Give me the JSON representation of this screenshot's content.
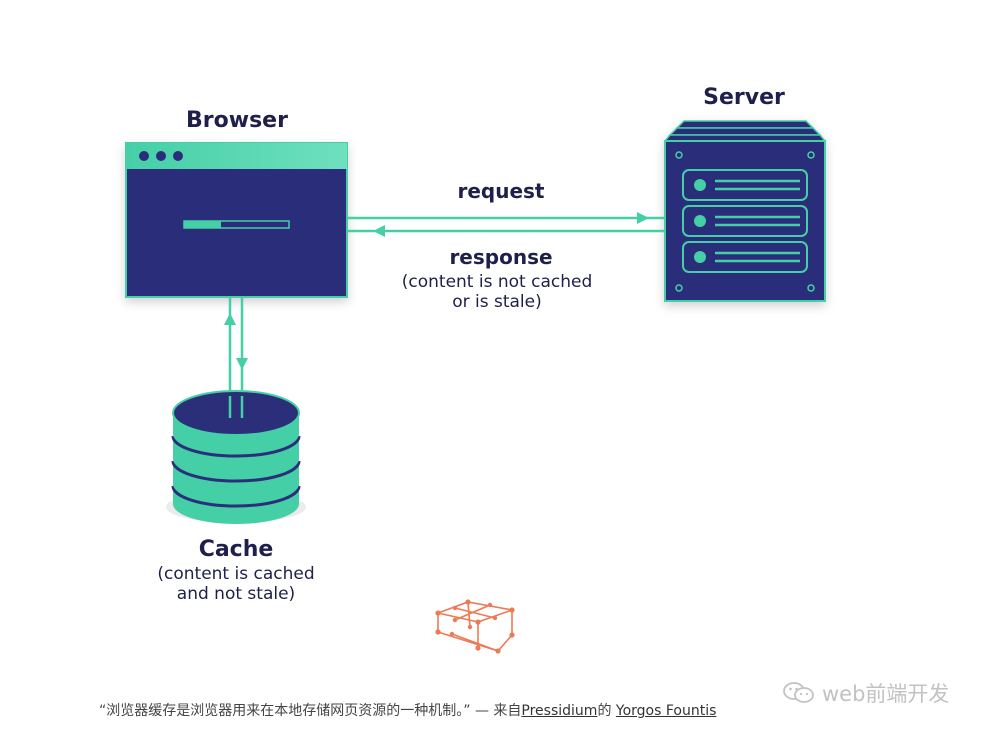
{
  "diagram": {
    "browser_title": "Browser",
    "server_title": "Server",
    "request_label": "request",
    "response_label": "response",
    "response_note_line1": "(content is not cached",
    "response_note_line2": "or is stale)",
    "cache_title": "Cache",
    "cache_note_line1": "(content is cached",
    "cache_note_line2": "and not stale)"
  },
  "caption": {
    "quote": "“浏览器缓存是浏览器用来在本地存储网页资源的一种机制。” — 来自",
    "source_link": "Pressidium",
    "connector": "的 ",
    "author_link": "Yorgos Fountis"
  },
  "watermark": {
    "text": "web前端开发"
  },
  "colors": {
    "navy": "#2b2f7a",
    "navy_dark": "#1f1f4b",
    "teal": "#45cfa6",
    "teal_light": "#6fe0bf",
    "logo_orange": "#ee7a54"
  }
}
